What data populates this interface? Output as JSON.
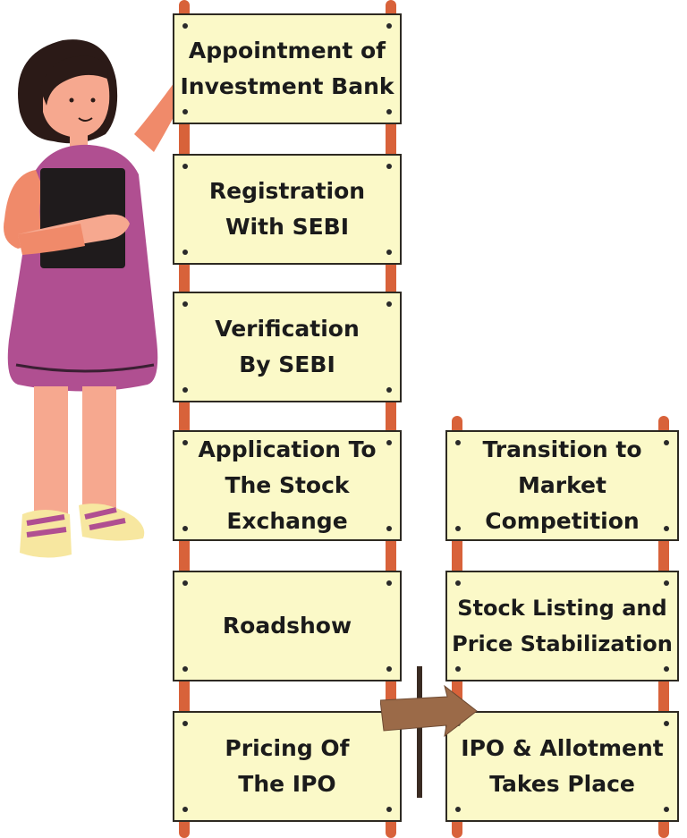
{
  "diagram": {
    "left_column": [
      {
        "label": "Appointment of\nInvestment Bank"
      },
      {
        "label": "Registration\nWith SEBI"
      },
      {
        "label": "Verification\nBy SEBI"
      },
      {
        "label": "Application To\nThe Stock\nExchange"
      },
      {
        "label": "Roadshow"
      },
      {
        "label": "Pricing Of\nThe IPO"
      }
    ],
    "right_column": [
      {
        "label": "Transition to\nMarket\nCompetition"
      },
      {
        "label": "Stock Listing and\nPrice Stabilization"
      },
      {
        "label": "IPO & Allotment\nTakes Place"
      }
    ]
  },
  "colors": {
    "board_fill": "#fbf9c8",
    "board_border": "#2e2a22",
    "rail": "#d8623a",
    "arrow": "#9b6a48",
    "dress": "#b04f91",
    "skin": "#f6a88f"
  },
  "icons": [
    "woman-presenter-illustration",
    "right-arrow-icon"
  ]
}
